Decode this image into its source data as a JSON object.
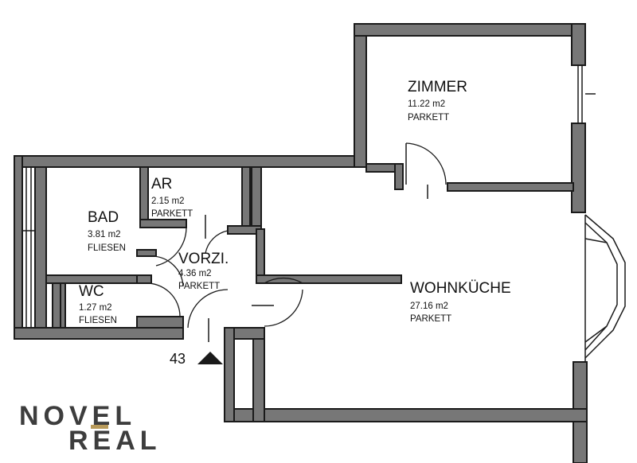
{
  "rooms": {
    "zimmer": {
      "name": "ZIMMER",
      "area": "11.22 m2",
      "floor": "PARKETT"
    },
    "wohnkueche": {
      "name": "WOHNKÜCHE",
      "area": "27.16 m2",
      "floor": "PARKETT"
    },
    "bad": {
      "name": "BAD",
      "area": "3.81 m2",
      "floor": "FLIESEN"
    },
    "wc": {
      "name": "WC",
      "area": "1.27 m2",
      "floor": "FLIESEN"
    },
    "ar": {
      "name": "AR",
      "area": "2.15 m2",
      "floor": "PARKETT"
    },
    "vorzimmer": {
      "name": "VORZI.",
      "area": "4.36 m2",
      "floor": "PARKETT"
    }
  },
  "entrance": {
    "number": "43"
  },
  "logo": {
    "line1": "NOVEL",
    "line2": "REAL",
    "dark_color": "#3d3d3d",
    "accent_color": "#b89a5a"
  },
  "colors": {
    "wall_fill": "#777777",
    "line": "#1a1a1a",
    "background": "#ffffff"
  }
}
